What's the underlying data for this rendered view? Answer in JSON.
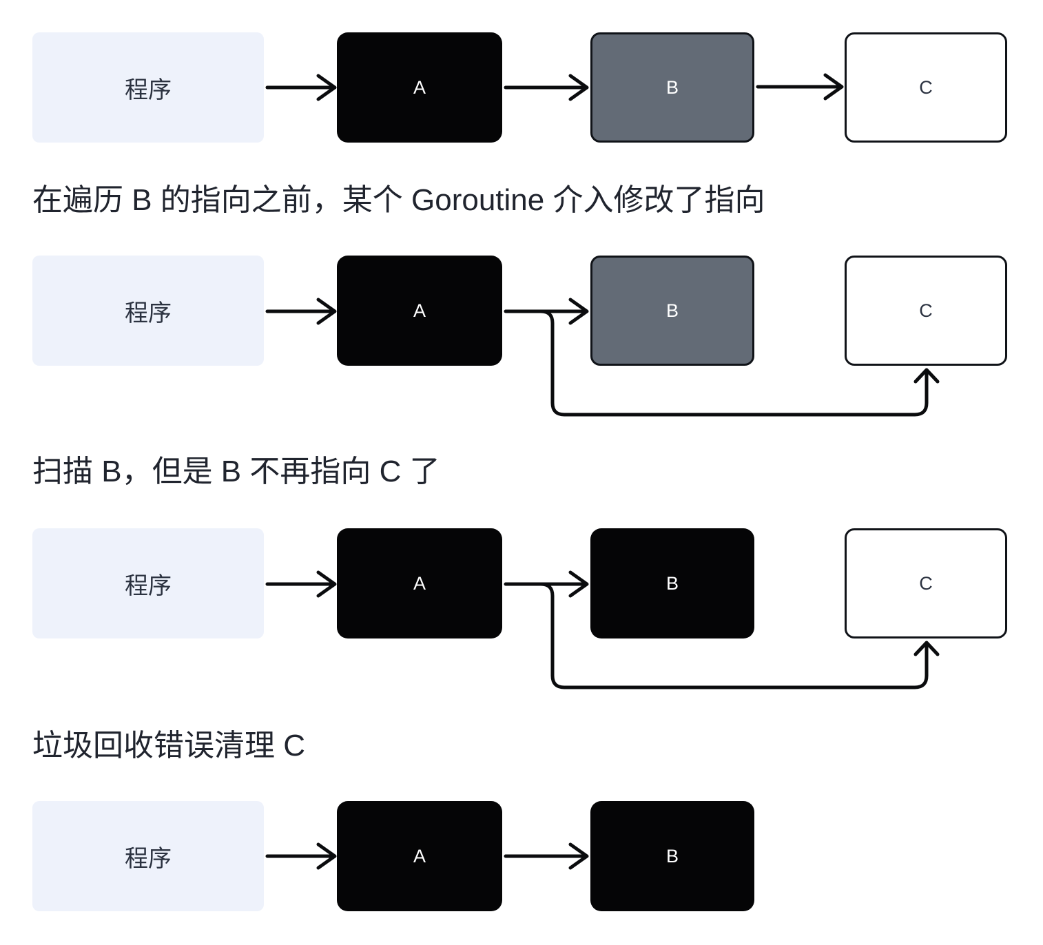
{
  "page": {
    "background": "#ffffff"
  },
  "colors": {
    "node-black": "#050506",
    "node-gray": "#636b76",
    "node-white": "#ffffff",
    "node-border": "#101318",
    "program-bg": "#eef2fb",
    "label-dark": "#2b3240",
    "label-light": "#ffffff",
    "heading": "#20242e",
    "arrow": "#0b0c0e"
  },
  "diagrams": [
    {
      "caption": "",
      "nodes": [
        {
          "label": "程序",
          "state": "program"
        },
        {
          "label": "A",
          "state": "black"
        },
        {
          "label": "B",
          "state": "gray"
        },
        {
          "label": "C",
          "state": "white"
        }
      ],
      "links": [
        "程序→A",
        "A→B",
        "B→C"
      ]
    },
    {
      "caption": "在遍历 B 的指向之前，某个 Goroutine 介入修改了指向",
      "nodes": [
        {
          "label": "程序",
          "state": "program"
        },
        {
          "label": "A",
          "state": "black"
        },
        {
          "label": "B",
          "state": "gray"
        },
        {
          "label": "C",
          "state": "white"
        }
      ],
      "links": [
        "程序→A",
        "A→B",
        "A→C"
      ]
    },
    {
      "caption": "扫描 B，但是 B 不再指向 C 了",
      "nodes": [
        {
          "label": "程序",
          "state": "program"
        },
        {
          "label": "A",
          "state": "black"
        },
        {
          "label": "B",
          "state": "black"
        },
        {
          "label": "C",
          "state": "white"
        }
      ],
      "links": [
        "程序→A",
        "A→B",
        "A→C"
      ]
    },
    {
      "caption": "垃圾回收错误清理 C",
      "nodes": [
        {
          "label": "程序",
          "state": "program"
        },
        {
          "label": "A",
          "state": "black"
        },
        {
          "label": "B",
          "state": "black"
        }
      ],
      "links": [
        "程序→A",
        "A→B"
      ]
    }
  ]
}
